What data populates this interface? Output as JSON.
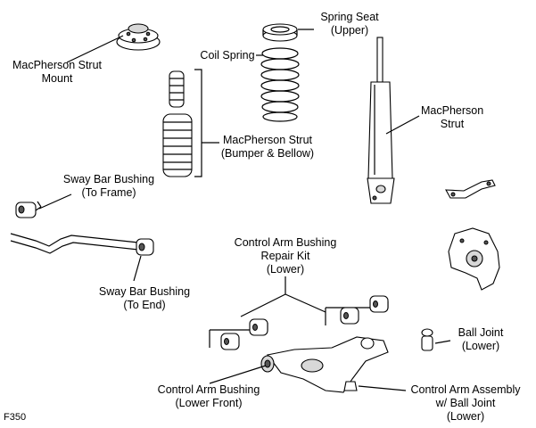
{
  "labels": {
    "strut_mount": [
      "MacPherson Strut",
      "Mount"
    ],
    "spring_seat": [
      "Spring Seat",
      "(Upper)"
    ],
    "coil_spring": "Coil Spring",
    "strut": [
      "MacPherson",
      "Strut"
    ],
    "bumper_bellow": [
      "MacPherson Strut",
      "(Bumper & Bellow)"
    ],
    "sway_frame": [
      "Sway Bar Bushing",
      "(To Frame)"
    ],
    "sway_end": [
      "Sway Bar Bushing",
      "(To End)"
    ],
    "bushing_kit": [
      "Control Arm Bushing",
      "Repair Kit",
      "(Lower)"
    ],
    "ball_joint": [
      "Ball Joint",
      "(Lower)"
    ],
    "arm_bushing_front": [
      "Control Arm Bushing",
      "(Lower Front)"
    ],
    "arm_assembly": [
      "Control Arm Assembly",
      "w/ Ball Joint",
      "(Lower)"
    ]
  },
  "figure_code": "F350"
}
